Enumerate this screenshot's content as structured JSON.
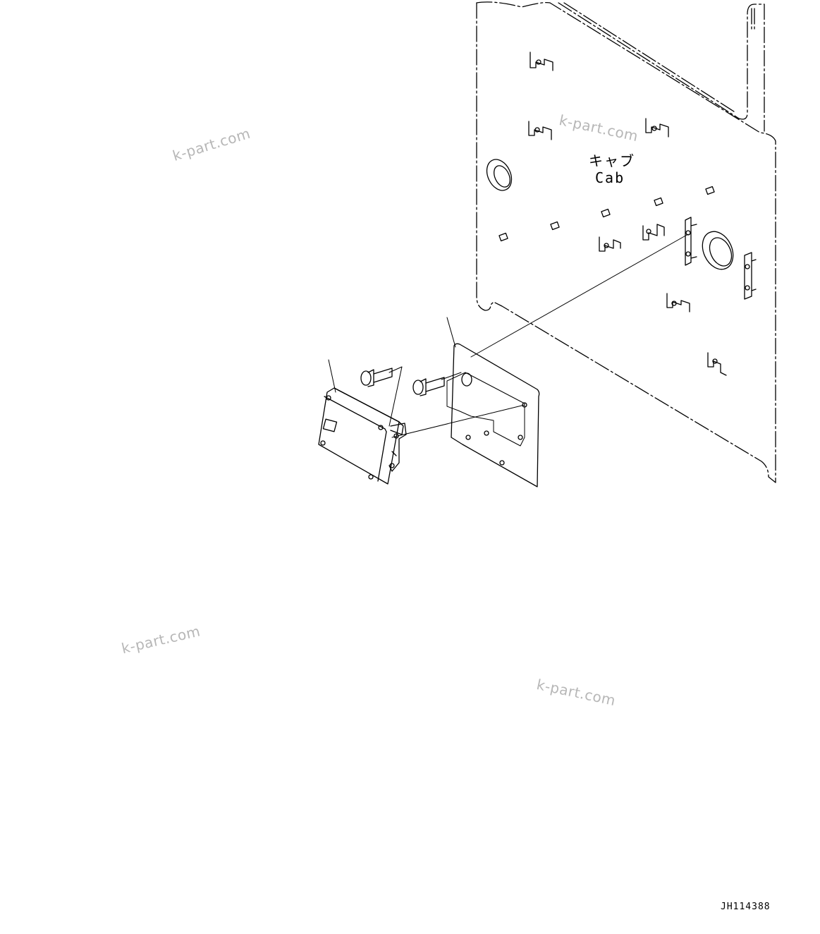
{
  "labels": {
    "cab_jp": "キャブ",
    "cab_en": "Cab"
  },
  "drawing_number": "JH114388",
  "watermarks": [
    "k-part.com",
    "k-part.com",
    "k-part.com",
    "k-part.com"
  ],
  "colors": {
    "line": "#000000",
    "watermark": "#b7b7b7",
    "background": "#ffffff"
  }
}
